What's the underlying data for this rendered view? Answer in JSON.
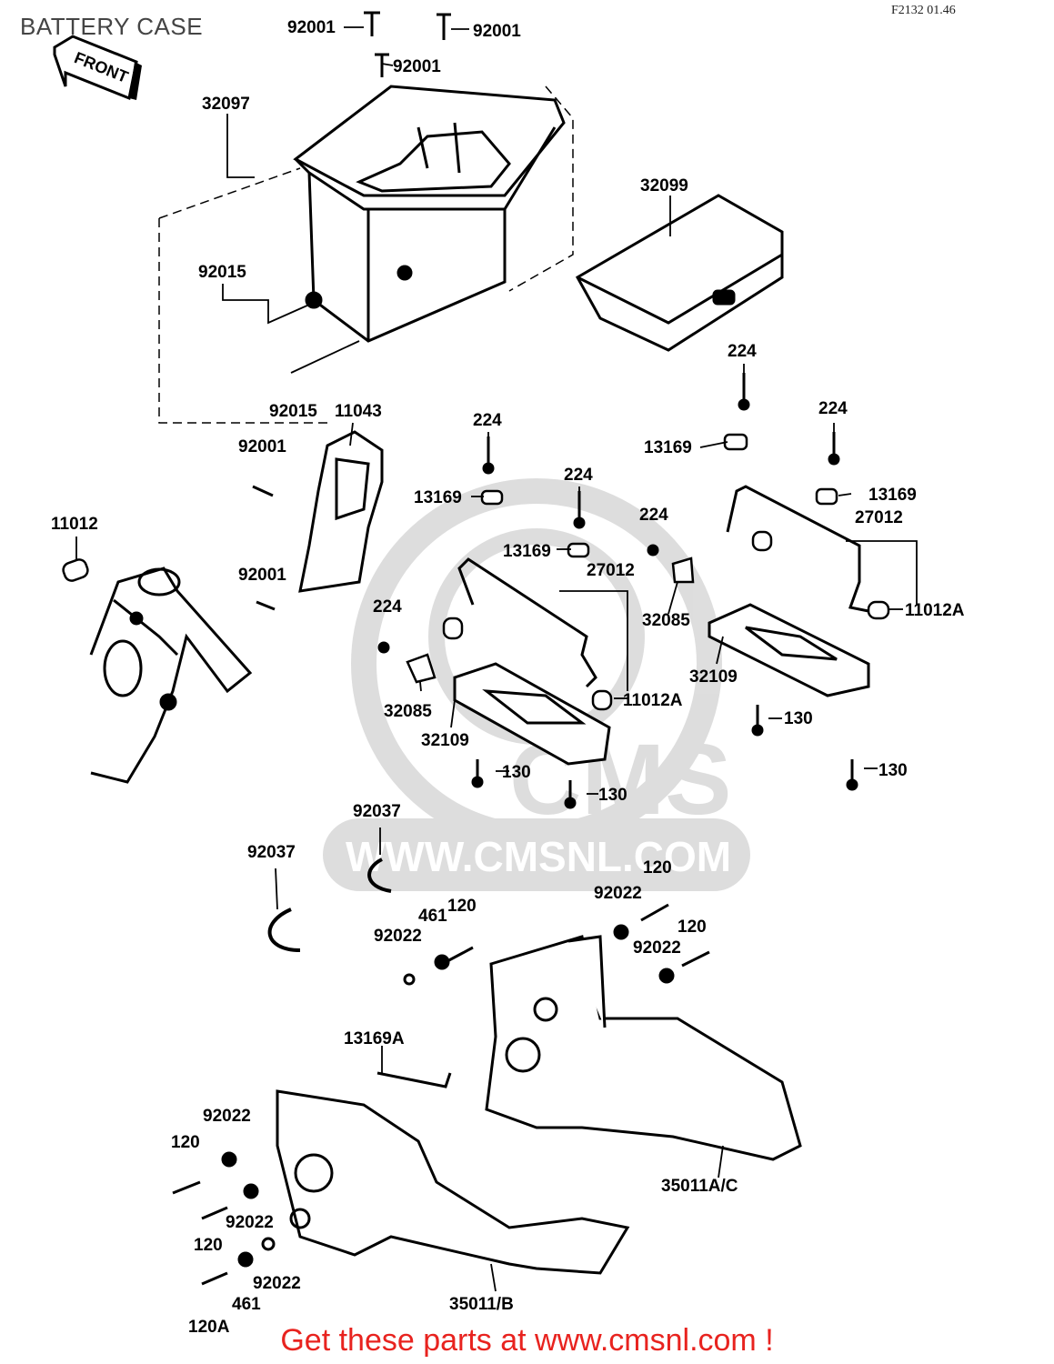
{
  "title": "BATTERY CASE",
  "reference_code": "F2132 01.46",
  "front_marker": "FRONT",
  "watermark": {
    "logo_text": "CMS",
    "url": "WWW.CMSNL.COM"
  },
  "footer": {
    "text": "Get these parts at www.cmsnl.com !",
    "color": "#e8231f"
  },
  "callouts": [
    "92001",
    "92001",
    "92001",
    "32097",
    "32099",
    "92015",
    "92015",
    "11043",
    "224",
    "224",
    "224",
    "224",
    "224",
    "224",
    "13169",
    "13169",
    "13169",
    "13169",
    "27012",
    "27012",
    "92001",
    "92001",
    "11012",
    "32085",
    "32085",
    "11012A",
    "11012A",
    "32109",
    "32109",
    "130",
    "130",
    "130",
    "130",
    "92037",
    "92037",
    "120",
    "120",
    "120",
    "120",
    "120",
    "120A",
    "92022",
    "92022",
    "92022",
    "92022",
    "92022",
    "92022",
    "461",
    "461",
    "13169A",
    "35011A/C",
    "35011/B"
  ]
}
